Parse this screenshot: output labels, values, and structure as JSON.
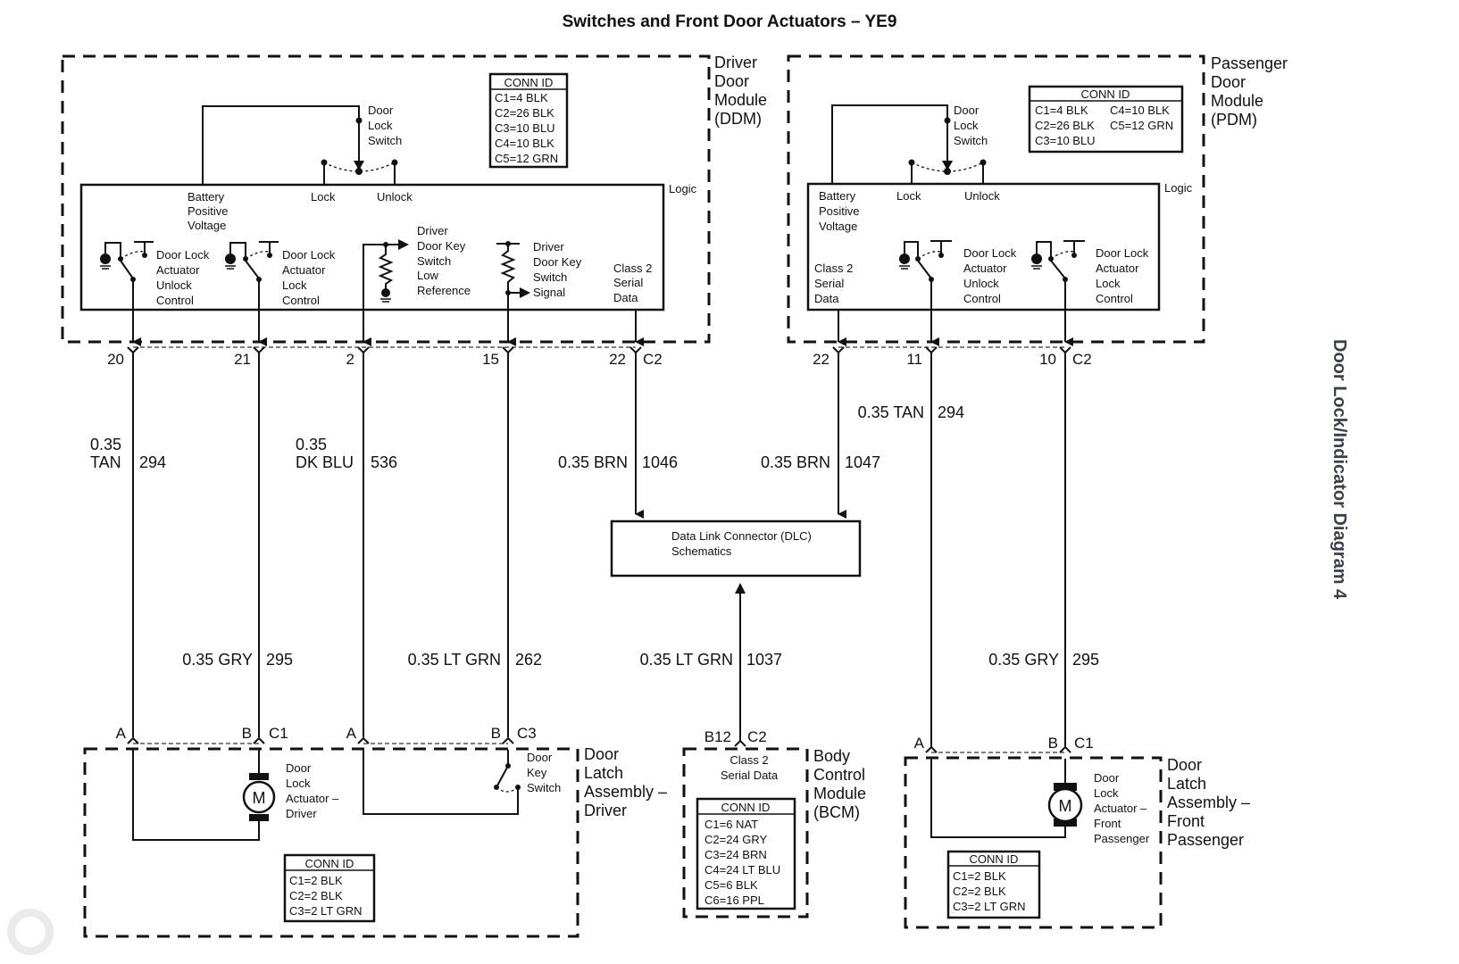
{
  "title": "Switches and Front Door Actuators – YE9",
  "side_label": "Door Lock/Indicator Diagram 4",
  "ddm": {
    "name_lines": [
      "Driver",
      "Door",
      "Module",
      "(DDM)"
    ],
    "logic_label": "Logic",
    "door_lock_switch": [
      "Door",
      "Lock",
      "Switch"
    ],
    "battery": [
      "Battery",
      "Positive",
      "Voltage"
    ],
    "lock": "Lock",
    "unlock": "Unlock",
    "unlock_ctrl": [
      "Door Lock",
      "Actuator",
      "Unlock",
      "Control"
    ],
    "lock_ctrl": [
      "Door Lock",
      "Actuator",
      "Lock",
      "Control"
    ],
    "key_low_ref": [
      "Driver",
      "Door Key",
      "Switch",
      "Low",
      "Reference"
    ],
    "key_signal": [
      "Driver",
      "Door Key",
      "Switch",
      "Signal"
    ],
    "serial": [
      "Class 2",
      "Serial",
      "Data"
    ],
    "conn_id": {
      "header": "CONN ID",
      "rows": [
        "C1=4 BLK",
        "C2=26 BLK",
        "C3=10 BLU",
        "C4=10 BLK",
        "C5=12 GRN"
      ]
    }
  },
  "pdm": {
    "name_lines": [
      "Passenger",
      "Door",
      "Module",
      "(PDM)"
    ],
    "logic_label": "Logic",
    "door_lock_switch": [
      "Door",
      "Lock",
      "Switch"
    ],
    "battery": [
      "Battery",
      "Positive",
      "Voltage"
    ],
    "lock": "Lock",
    "unlock": "Unlock",
    "serial": [
      "Class 2",
      "Serial",
      "Data"
    ],
    "unlock_ctrl": [
      "Door Lock",
      "Actuator",
      "Unlock",
      "Control"
    ],
    "lock_ctrl": [
      "Door Lock",
      "Actuator",
      "Lock",
      "Control"
    ],
    "conn_id": {
      "header": "CONN ID",
      "rows": [
        "C1=4 BLK",
        "C4=10 BLK",
        "C2=26 BLK",
        "C5=12 GRN",
        "C3=10 BLU"
      ]
    }
  },
  "pins_top": {
    "ddm": [
      "20",
      "21",
      "2",
      "15",
      "22"
    ],
    "ddm_conn": "C2",
    "pdm": [
      "22",
      "11",
      "10"
    ],
    "pdm_conn": "C2"
  },
  "wires_upper": [
    {
      "gauge_color": [
        "0.35",
        "TAN"
      ],
      "circuit": "294"
    },
    {
      "gauge_color": [
        "0.35",
        "DK BLU"
      ],
      "circuit": "536"
    },
    {
      "gauge_color": [
        "0.35 BRN"
      ],
      "circuit": "1046"
    },
    {
      "gauge_color": [
        "0.35 BRN"
      ],
      "circuit": "1047"
    },
    {
      "gauge_color": [
        "0.35 TAN"
      ],
      "circuit": "294"
    }
  ],
  "wires_lower": [
    {
      "gauge_color": "0.35 GRY",
      "circuit": "295"
    },
    {
      "gauge_color": "0.35 LT GRN",
      "circuit": "262"
    },
    {
      "gauge_color": "0.35 LT GRN",
      "circuit": "1037"
    },
    {
      "gauge_color": "0.35 GRY",
      "circuit": "295"
    }
  ],
  "dlc": [
    "Data Link Connector (DLC)",
    "Schematics"
  ],
  "pins_bottom": {
    "driver_c1": [
      "A",
      "B",
      "C1"
    ],
    "driver_c3": [
      "A",
      "B",
      "C3"
    ],
    "bcm": [
      "B12",
      "C2"
    ],
    "pass_c1": [
      "A",
      "B",
      "C1"
    ]
  },
  "driver_latch": {
    "name_lines": [
      "Door",
      "Latch",
      "Assembly –",
      "Driver"
    ],
    "actuator": [
      "Door",
      "Lock",
      "Actuator –",
      "Driver"
    ],
    "motor": "M",
    "key_switch": [
      "Door",
      "Key",
      "Switch"
    ],
    "conn_id": {
      "header": "CONN ID",
      "rows": [
        "C1=2 BLK",
        "C2=2 BLK",
        "C3=2 LT GRN"
      ]
    }
  },
  "bcm": {
    "name_lines": [
      "Body",
      "Control",
      "Module",
      "(BCM)"
    ],
    "serial": [
      "Class 2",
      "Serial Data"
    ],
    "conn_id": {
      "header": "CONN ID",
      "rows": [
        "C1=6 NAT",
        "C2=24 GRY",
        "C3=24 BRN",
        "C4=24 LT BLU",
        "C5=6 BLK",
        "C6=16 PPL"
      ]
    }
  },
  "pass_latch": {
    "name_lines": [
      "Door",
      "Latch",
      "Assembly –",
      "Front",
      "Passenger"
    ],
    "actuator": [
      "Door",
      "Lock",
      "Actuator –",
      "Front",
      "Passenger"
    ],
    "motor": "M",
    "conn_id": {
      "header": "CONN ID",
      "rows": [
        "C1=2 BLK",
        "C2=2 BLK",
        "C3=2 LT GRN"
      ]
    }
  }
}
